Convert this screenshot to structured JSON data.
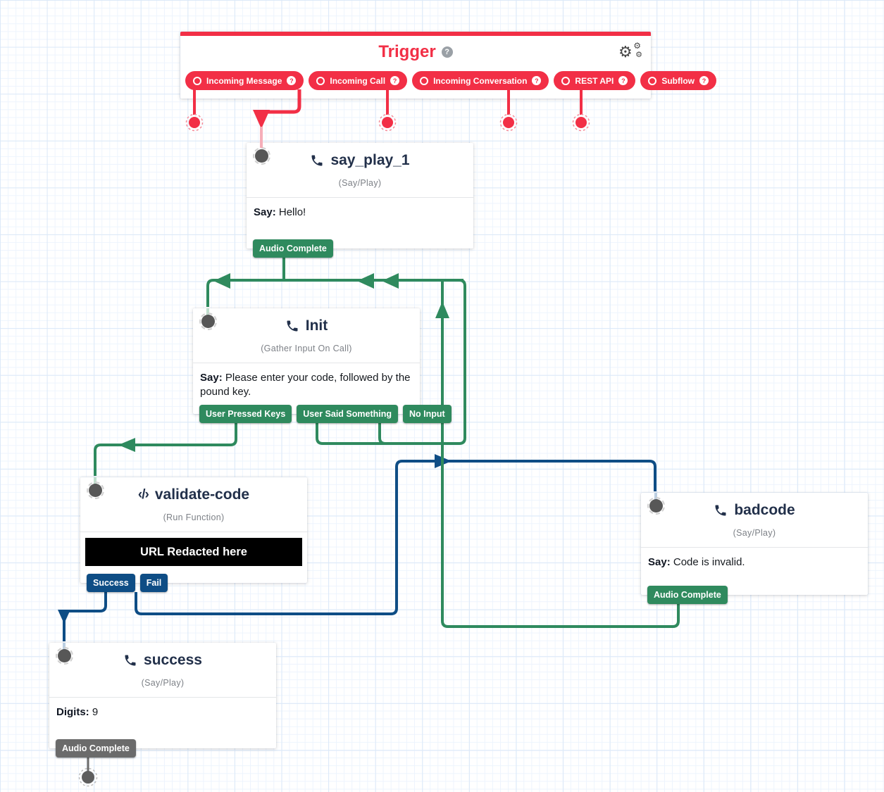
{
  "colors": {
    "red": "#f22f46",
    "green": "#2f8a5e",
    "blue": "#0e4d85",
    "title_navy": "#22304a",
    "gray_dot": "#575757",
    "gray_button": "#6b6b6b"
  },
  "trigger": {
    "title": "Trigger",
    "help_icon": "question-circle-icon",
    "settings_icon": "gears-icon",
    "pills": [
      {
        "label": "Incoming Message"
      },
      {
        "label": "Incoming Call"
      },
      {
        "label": "Incoming Conversation"
      },
      {
        "label": "REST API"
      },
      {
        "label": "Subflow"
      }
    ]
  },
  "widgets": [
    {
      "name": "say_play_1",
      "type": "(Say/Play)",
      "icon": "phone-icon",
      "body_label": "Say:",
      "body_text": "Hello!",
      "transitions": [
        {
          "label": "Audio Complete",
          "state": "connected"
        }
      ]
    },
    {
      "name": "Init",
      "type": "(Gather Input On Call)",
      "icon": "phone-icon",
      "body_label": "Say:",
      "body_text": "Please enter your code, followed by the pound key.",
      "transitions": [
        {
          "label": "User Pressed Keys",
          "state": "connected"
        },
        {
          "label": "User Said Something",
          "state": "connected"
        },
        {
          "label": "No Input",
          "state": "connected"
        }
      ]
    },
    {
      "name": "validate-code",
      "type": "(Run Function)",
      "icon": "code-icon",
      "url_text": "URL Redacted here",
      "transitions": [
        {
          "label": "Success",
          "state": "connected"
        },
        {
          "label": "Fail",
          "state": "connected"
        }
      ]
    },
    {
      "name": "badcode",
      "type": "(Say/Play)",
      "icon": "phone-icon",
      "body_label": "Say:",
      "body_text": "Code is invalid.",
      "transitions": [
        {
          "label": "Audio Complete",
          "state": "connected"
        }
      ]
    },
    {
      "name": "success",
      "type": "(Say/Play)",
      "icon": "phone-icon",
      "body_label": "Digits:",
      "body_text": "9",
      "transitions": [
        {
          "label": "Audio Complete",
          "state": "unconnected"
        }
      ]
    }
  ]
}
